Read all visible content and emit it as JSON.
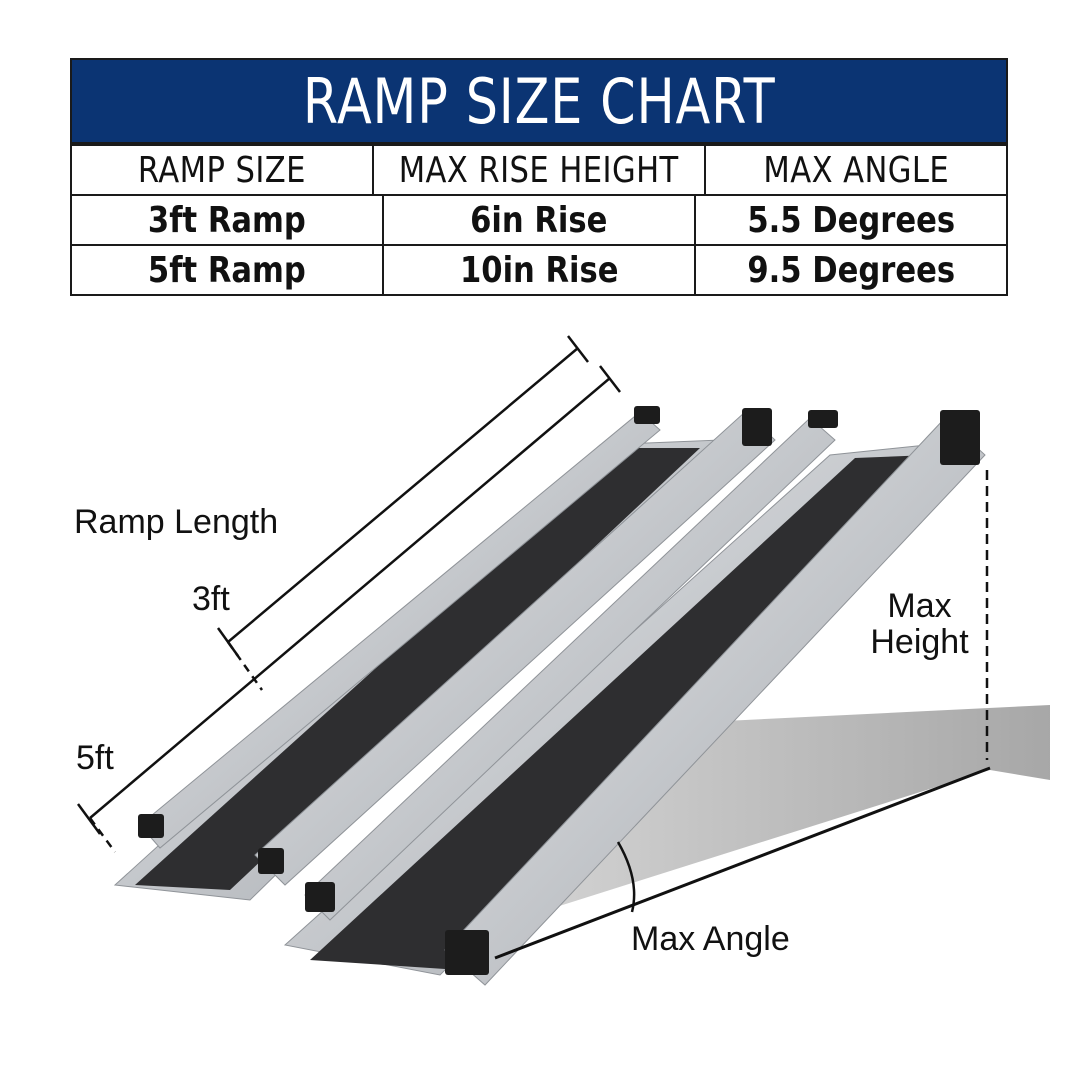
{
  "table": {
    "title": "RAMP SIZE CHART",
    "headers": [
      "RAMP SIZE",
      "MAX RISE HEIGHT",
      "MAX ANGLE"
    ],
    "rows": [
      [
        "3ft Ramp",
        "6in Rise",
        "5.5 Degrees"
      ],
      [
        "5ft Ramp",
        "10in Rise",
        "9.5 Degrees"
      ]
    ]
  },
  "diagram": {
    "ramp_length_label": "Ramp Length",
    "short_length_label": "3ft",
    "long_length_label": "5ft",
    "max_height_label_line1": "Max",
    "max_height_label_line2": "Height",
    "max_angle_label": "Max Angle"
  },
  "colors": {
    "header_bg": "#0b3473",
    "header_text": "#ffffff",
    "aluminum": "#c9ccd0",
    "grip": "#2e2e30"
  }
}
